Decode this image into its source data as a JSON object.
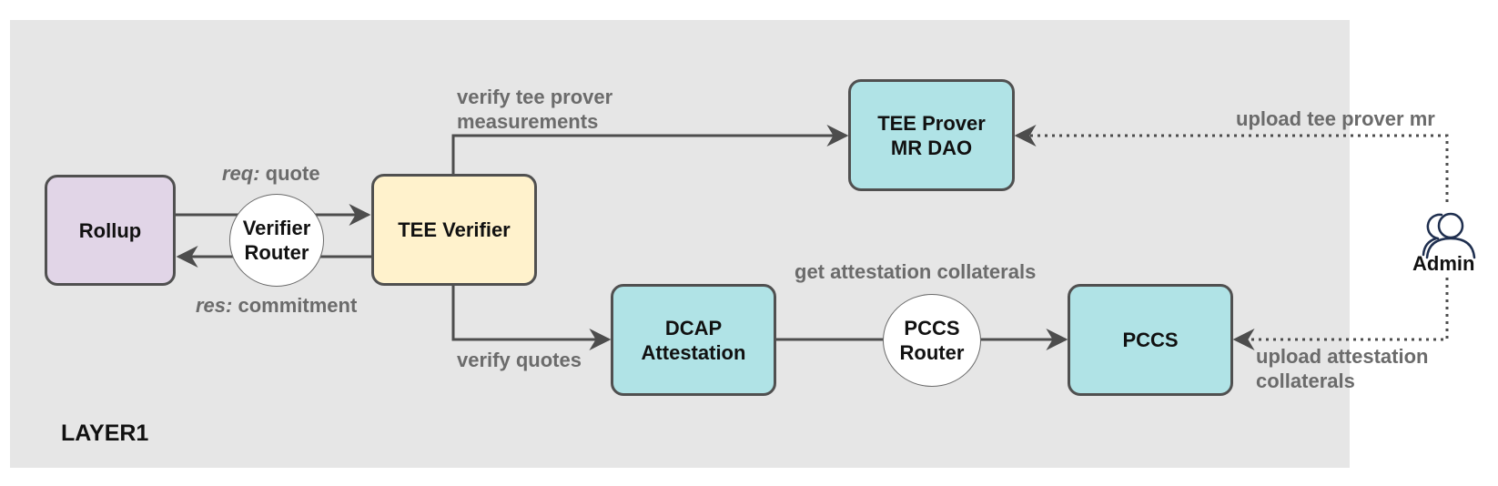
{
  "layer": {
    "title": "LAYER1"
  },
  "nodes": {
    "rollup": "Rollup",
    "verifier_router": "Verifier\nRouter",
    "tee_verifier": "TEE Verifier",
    "tee_prover_mr_dao": "TEE Prover\nMR DAO",
    "dcap_attestation": "DCAP\nAttestation",
    "pccs_router": "PCCS\nRouter",
    "pccs": "PCCS",
    "admin": "Admin"
  },
  "edges": {
    "req_prefix": "req:",
    "req_text": " quote",
    "res_prefix": "res:",
    "res_text": " commitment",
    "verify_measurements": "verify tee prover\nmeasurements",
    "verify_quotes": "verify quotes",
    "get_collaterals": "get attestation collaterals",
    "upload_mr": "upload tee prover mr",
    "upload_collaterals": "upload attestation\ncollaterals"
  },
  "colors": {
    "layer_background": "#e6e6e6",
    "rollup_fill": "#e1d5e7",
    "tee_verifier_fill": "#fff2cc",
    "teal_fill": "#b0e3e6",
    "edge": "#4d4d4d",
    "label": "#6b6b6b"
  },
  "icons": {
    "admin": "user-group-icon"
  }
}
